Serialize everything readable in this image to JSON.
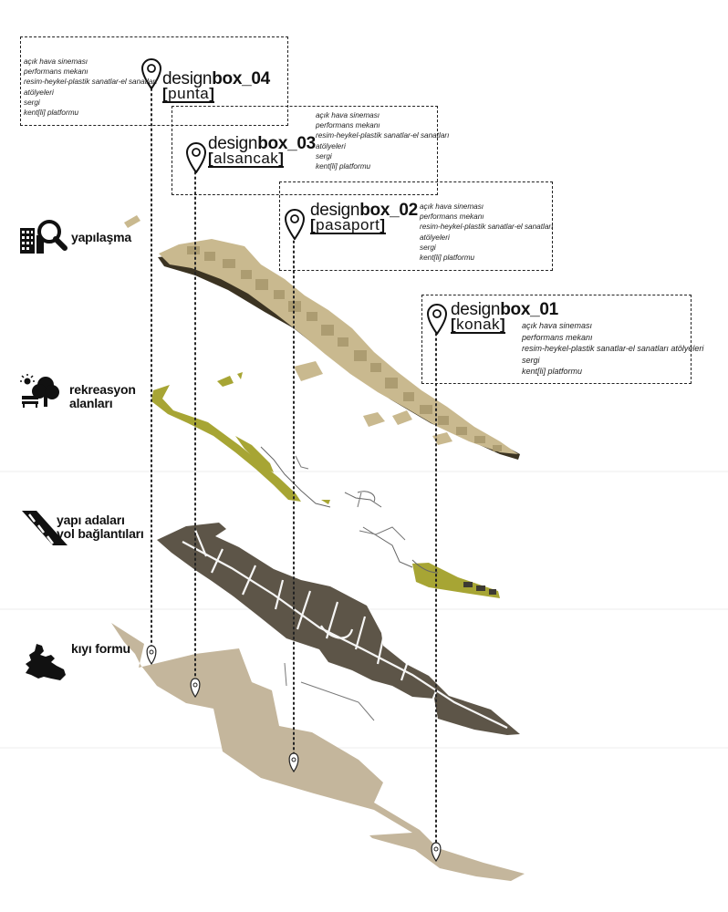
{
  "design_boxes": [
    {
      "id": "04",
      "prefix": "design",
      "bold": "box",
      "number": "_04",
      "open": "[",
      "place": "punta",
      "close": "]",
      "items": [
        "açık hava sineması",
        "performans mekanı",
        "resim-heykel-plastik sanatlar-el sanatları",
        "atölyeleri",
        "sergi",
        "kent[li] platformu"
      ]
    },
    {
      "id": "03",
      "prefix": "design",
      "bold": "box",
      "number": "_03",
      "open": "[",
      "place": "alsancak",
      "close": "]",
      "items": [
        "açık hava sineması",
        "performans mekanı",
        "resim-heykel-plastik sanatlar-el sanatları",
        "atölyeleri",
        "sergi",
        "kent[li] platformu"
      ]
    },
    {
      "id": "02",
      "prefix": "design",
      "bold": "box",
      "number": "_02",
      "open": "[",
      "place": "pasaport",
      "close": "]",
      "items": [
        "açık hava sineması",
        "performans mekanı",
        "resim-heykel-plastik sanatlar-el sanatları",
        "atölyeleri",
        "sergi",
        "kent[li] platformu"
      ]
    },
    {
      "id": "01",
      "prefix": "design",
      "bold": "box",
      "number": "_01",
      "open": "[",
      "place": "konak",
      "close": "]",
      "items": [
        "açık hava sineması",
        "performans mekanı",
        "resim-heykel-plastik sanatlar-el sanatları atölyeleri",
        "sergi",
        "kent[li] platformu"
      ]
    }
  ],
  "layers": [
    {
      "id": "yapilasma",
      "lines": [
        "yapılaşma"
      ],
      "icon": "buildings-search-icon"
    },
    {
      "id": "rekreasyon",
      "lines": [
        "rekreasyon",
        "alanları"
      ],
      "icon": "tree-bench-icon"
    },
    {
      "id": "yapi-adalari",
      "lines": [
        "yapı adaları",
        "yol bağlantıları"
      ],
      "icon": "road-icon"
    },
    {
      "id": "kiyi-formu",
      "lines": [
        "kıyı formu"
      ],
      "icon": "landmass-icon"
    }
  ],
  "colors": {
    "buildings": "#c9b98f",
    "buildings_shadow": "#3b3322",
    "recreation": "#a7a534",
    "blocks": "#5d5548",
    "coast": "#c4b69c",
    "lines": "#222222"
  }
}
